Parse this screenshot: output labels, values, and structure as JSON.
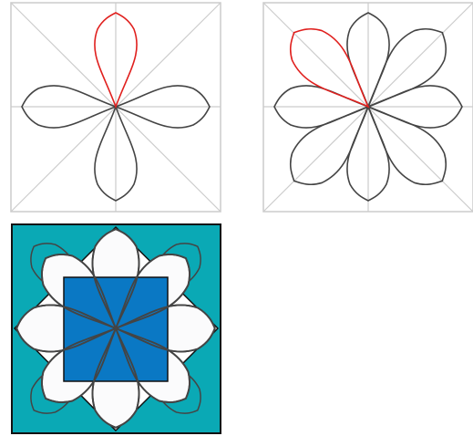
{
  "colors": {
    "background": "#ffffff",
    "guide": "#cccccc",
    "petal_outline": "#444444",
    "highlight_petal": "#e0201e",
    "tile_border": "#111111",
    "teal": "#0aa9b5",
    "blue_square": "#0a78c4",
    "petal_fill_light": "#fbfbfc",
    "diamond_fill": "#ffffff"
  },
  "panels": [
    {
      "name": "four-petal-construction",
      "petal_count": 4,
      "highlighted_petal": "top"
    },
    {
      "name": "eight-petal-construction",
      "petal_count": 8,
      "highlighted_petal": "top-left"
    },
    {
      "name": "colored-tile",
      "petal_count": 8,
      "highlighted_petal": ""
    }
  ]
}
